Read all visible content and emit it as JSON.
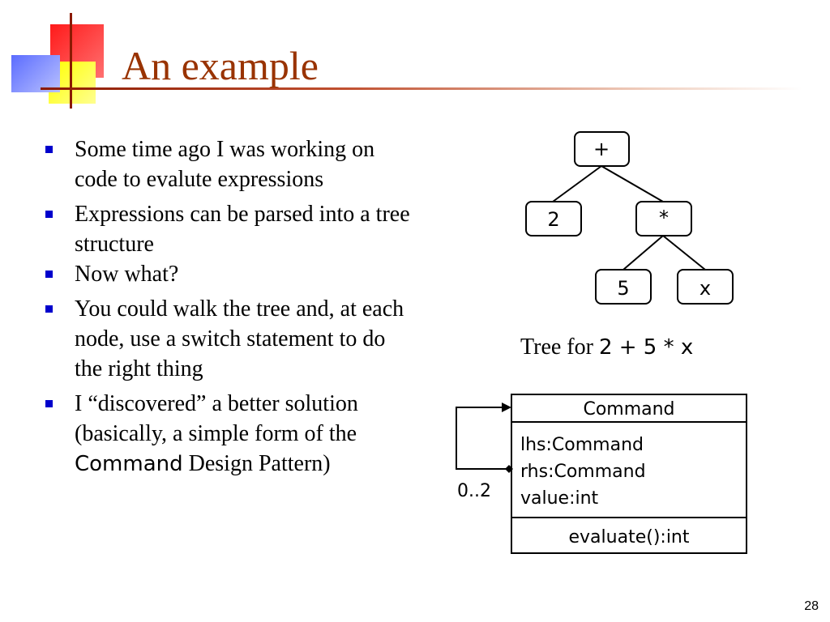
{
  "slide": {
    "title": "An example",
    "page_number": "28"
  },
  "bullets": [
    {
      "text": "Some time ago I was working on code to evalute expressions"
    },
    {
      "text": "Expressions can be parsed into a tree structure"
    },
    {
      "text": "Now what?"
    },
    {
      "text": "You could walk the tree and, at each node, use a switch statement to do the right thing"
    },
    {
      "text_before": "I “discovered” a better solution (basically, a simple form of the ",
      "code": "Command",
      "text_after": " Design Pattern)"
    }
  ],
  "tree": {
    "root": "+",
    "left": "2",
    "right": "*",
    "right_left": "5",
    "right_right": "x"
  },
  "caption": {
    "text": "Tree for ",
    "code": "2 + 5 * x"
  },
  "uml": {
    "class_name": "Command",
    "attributes": [
      "lhs:Command",
      "rhs:Command",
      "value:int"
    ],
    "methods": [
      "evaluate():int"
    ],
    "multiplicity": "0..2"
  },
  "colors": {
    "title": "#993300",
    "bullet_marker": "#0000cc"
  }
}
